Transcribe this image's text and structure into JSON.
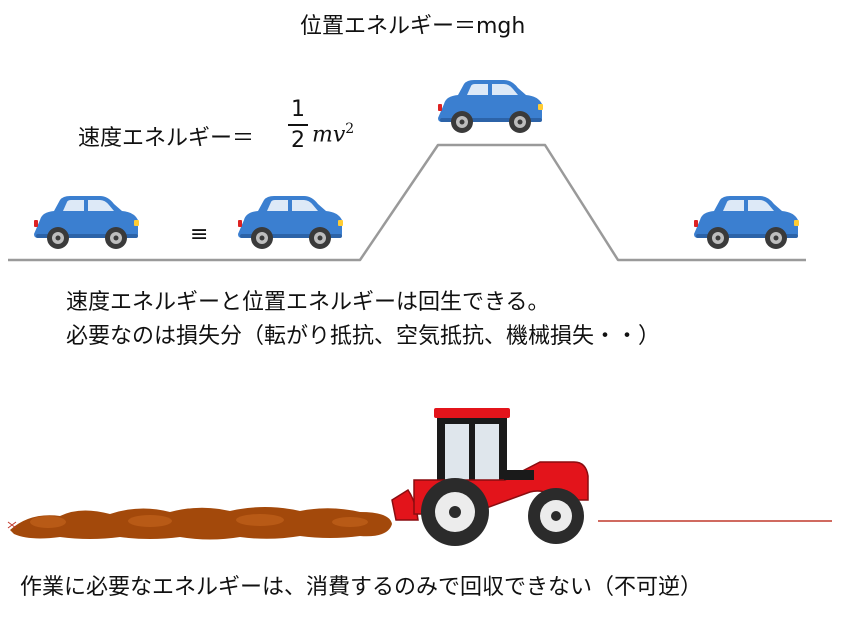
{
  "potential_energy_label": "位置エネルギー＝mgh",
  "kinetic_energy_label": "速度エネルギー＝",
  "kinetic_fraction_numerator": "1",
  "kinetic_fraction_denominator": "2",
  "kinetic_formula_tail": "mv",
  "kinetic_exponent": "2",
  "equivalence_symbol": "≡",
  "regeneration_line1": "速度エネルギーと位置エネルギーは回生できる。",
  "regeneration_line2": "必要なのは損失分（転がり抵抗、空気抵抗、機械損失・・）",
  "irreversible_text": "作業に必要なエネルギーは、消費するのみで回収できない（不可逆）",
  "colors": {
    "car_body": "#3b7fd0",
    "car_window": "#dde9f7",
    "tractor_body": "#e3141b",
    "tractor_cab": "#1a1a1a",
    "soil": "#a3490b",
    "ground_line": "#9a9a9a",
    "track_line": "#c0392b"
  }
}
